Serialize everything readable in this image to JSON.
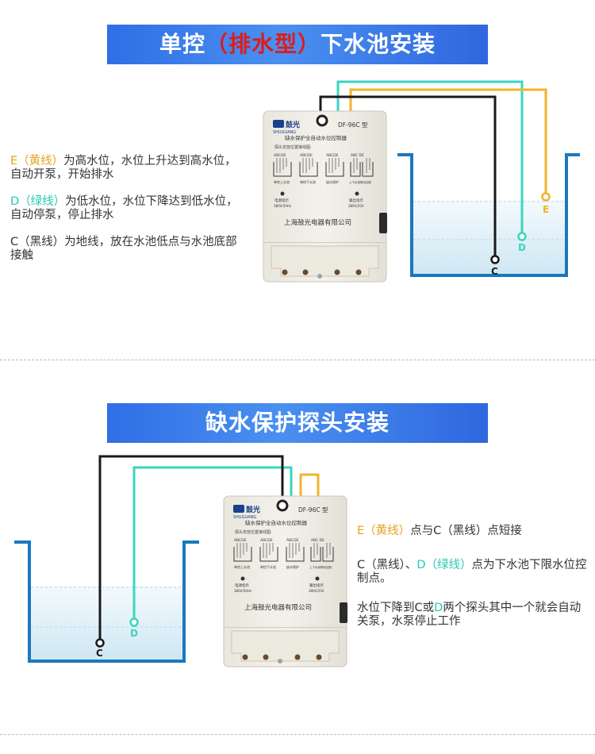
{
  "section1": {
    "title_pre": "单控",
    "title_red": "（排水型）",
    "title_post": "下水池安装",
    "paragraphs": [
      {
        "letter": "E",
        "color_word": "（黄线）",
        "rest": "为高水位，水位上升达到高水位，自动开泵，开始排水"
      },
      {
        "letter": "D",
        "color_word": "（绿线）",
        "rest": "为低水位，水位下降达到低水位，自动停泵，停止排水"
      },
      {
        "letter": "C",
        "color_word": "（黑线）",
        "rest": "为地线，放在水池低点与水池底部接触"
      }
    ],
    "probe_labels": {
      "e": "E",
      "d": "D",
      "c": "C"
    }
  },
  "section2": {
    "title": "缺水保护探头安装",
    "para1": {
      "e": "E",
      "e_word": "（黄线）",
      "mid": "点与C（黑线）点短接"
    },
    "para2": {
      "c": "C（黑线）、",
      "d": "D",
      "d_word": "（绿线）",
      "rest": "点为下水池下限水位控制点。"
    },
    "para3": {
      "pre": "水位下降到C或",
      "d": "D",
      "post": "两个探头其中一个就会自动关泵，水泵停止工作"
    },
    "probe_labels": {
      "c": "C",
      "d": "D"
    }
  },
  "device": {
    "brand_cn": "鼓光",
    "brand_en": "SHUGUANG",
    "model": "DF-96C 型",
    "heading": "缺水保护全自动水位控制器",
    "probe_hint": "探头安放位置接线图:",
    "terminal_letters": [
      "ABCDE",
      "ABCDE",
      "ABCDE",
      "ABC DE"
    ],
    "mode_labels": [
      "单控上水池",
      "单控下水池",
      "缺水保护",
      "上下水池联动控制"
    ],
    "power_label": "电源指示",
    "power_spec": "380V/50Hz",
    "pump_label": "输出指示",
    "pump_spec": "380V/25A",
    "company": "上海鼓光电器有限公司"
  },
  "colors": {
    "banner": "#3a7ff0",
    "yellow_wire": "#f0b42a",
    "green_wire": "#39d6bf",
    "black_wire": "#1a1a1a",
    "tank": "#1b78bd",
    "water": "#dff0f8"
  }
}
